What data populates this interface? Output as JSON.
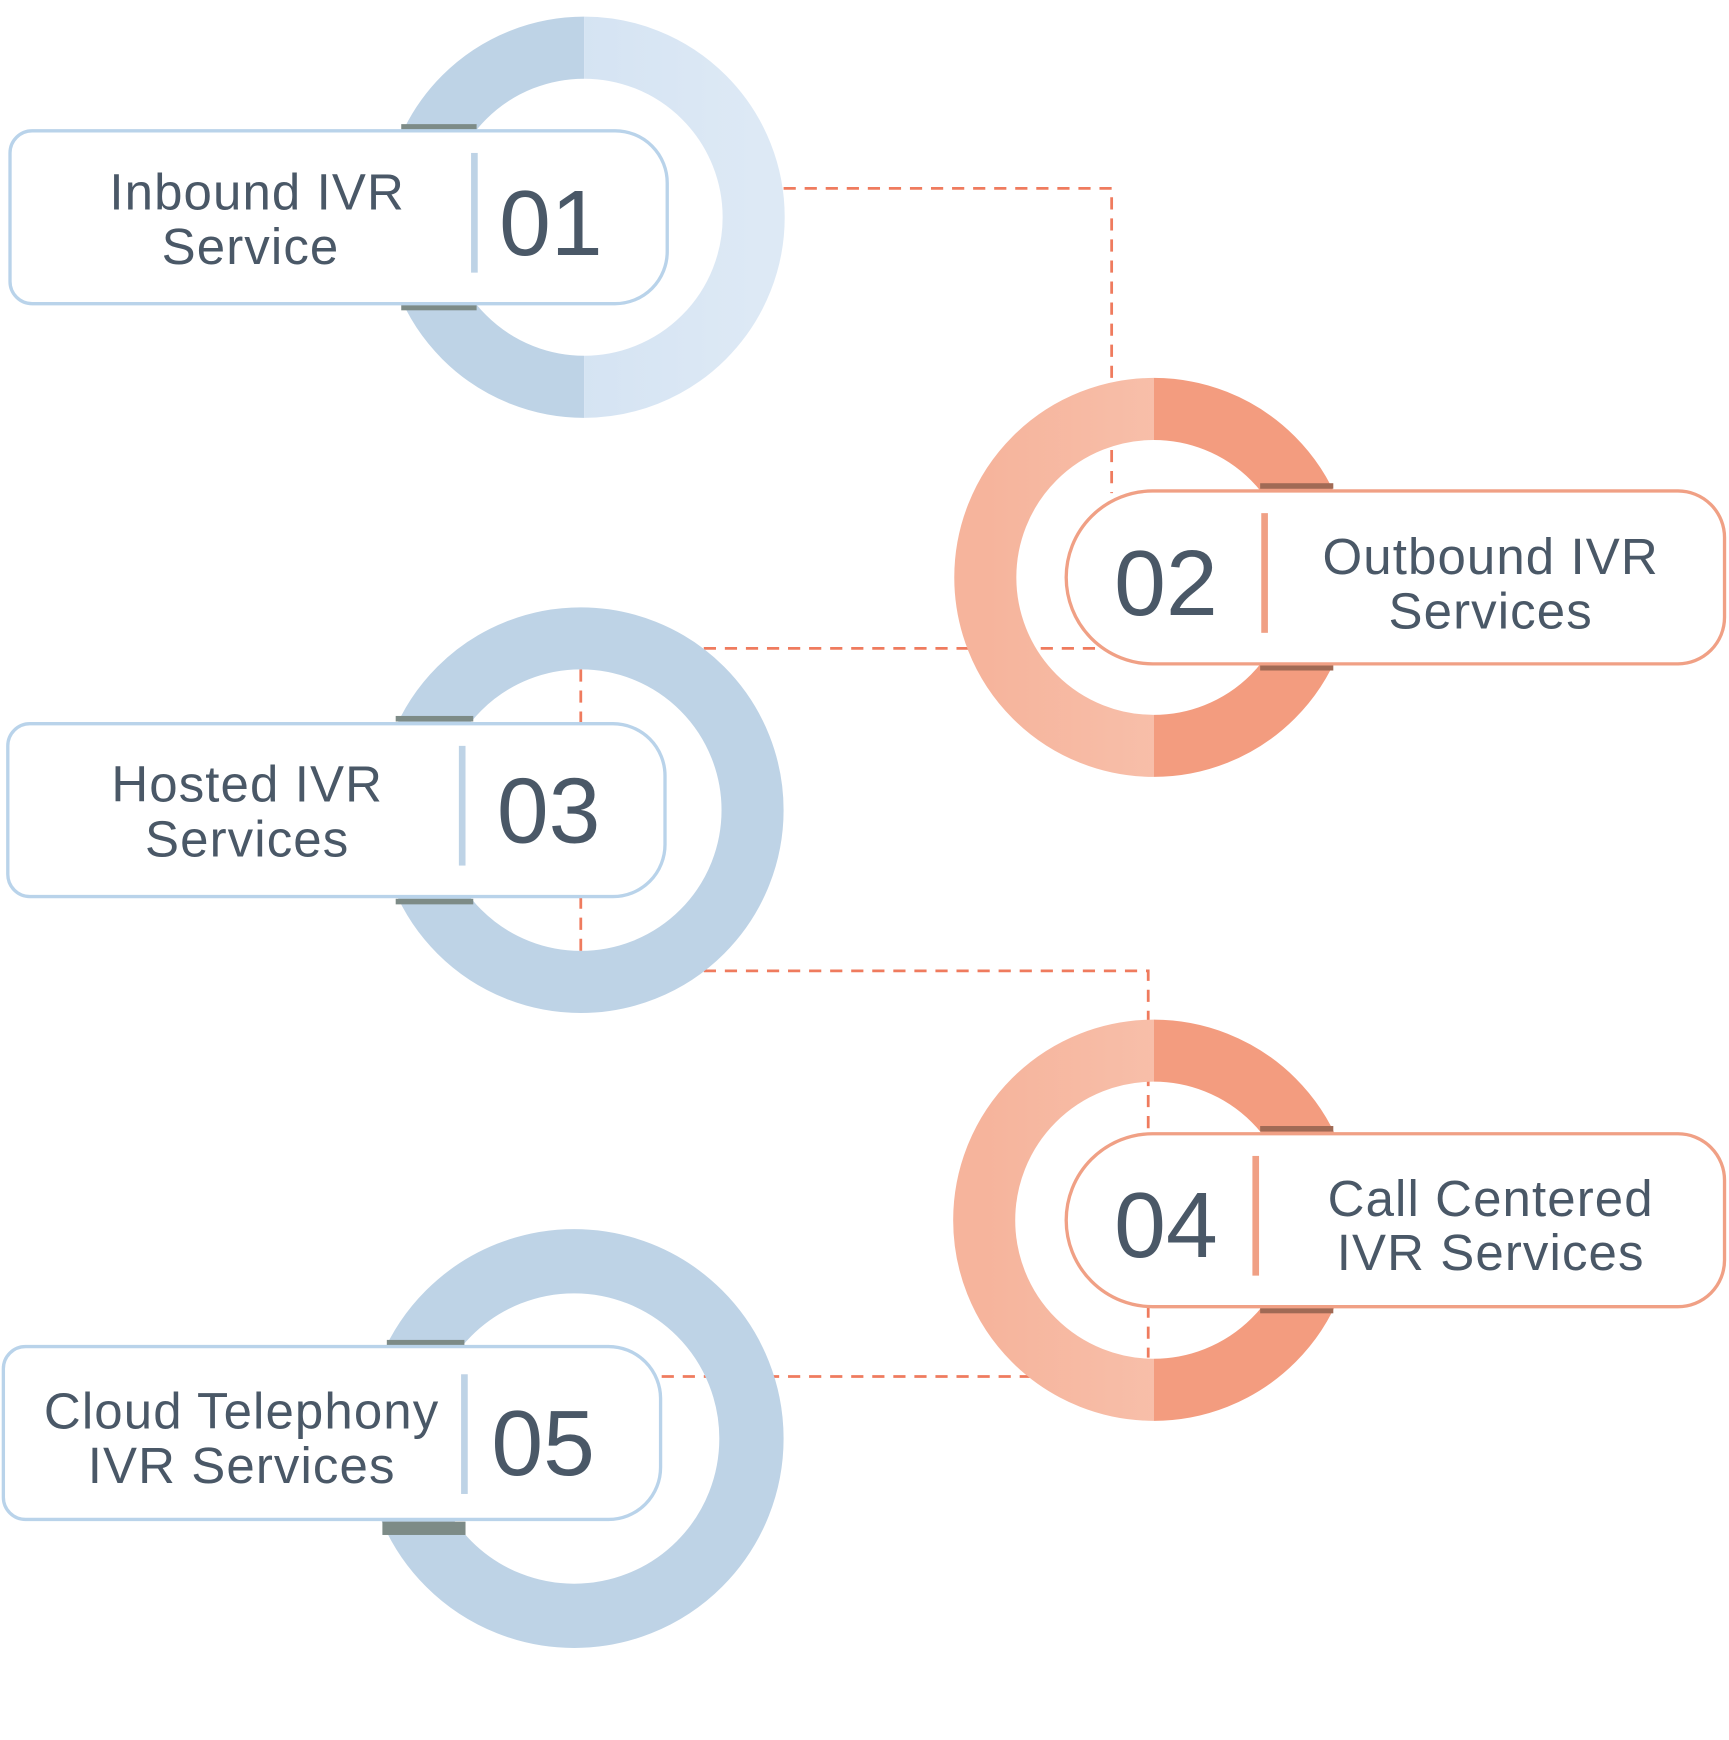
{
  "colors": {
    "blue_ring_dark": "#bed3e6",
    "blue_ring_light": "#d9e6f3",
    "blue_border": "#b9d3ea",
    "orange_ring_light": "#f8c3ae",
    "orange_ring_dark": "#f39c7f",
    "orange_border": "#f0a085",
    "connector": "#ef7b5e",
    "text": "#4a5867"
  },
  "items": [
    {
      "number": "01",
      "line1": "Inbound IVR",
      "line2": "Service",
      "theme": "blue"
    },
    {
      "number": "02",
      "line1": "Outbound IVR",
      "line2": "Services",
      "theme": "orange"
    },
    {
      "number": "03",
      "line1": "Hosted IVR",
      "line2": "Services",
      "theme": "blue"
    },
    {
      "number": "04",
      "line1": "Call Centered",
      "line2": "IVR Services",
      "theme": "orange"
    },
    {
      "number": "05",
      "line1": "Cloud Telephony",
      "line2": "IVR Services",
      "theme": "blue"
    }
  ]
}
